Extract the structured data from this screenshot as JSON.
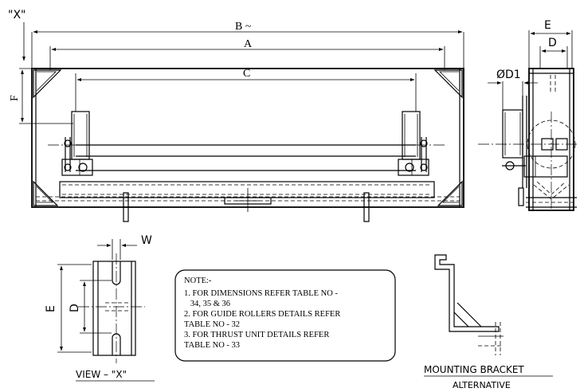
{
  "labels": {
    "view_x_marker": "\"X\"",
    "B": "B ~",
    "A": "A",
    "C": "C",
    "F": "F",
    "E_side": "E",
    "D_side": "D",
    "OD1": "ØD1",
    "W": "W",
    "E_view": "E",
    "D_view": "D"
  },
  "note": {
    "title": "NOTE:-",
    "lines": [
      "1. FOR DIMENSIONS REFER TABLE NO -",
      "   34, 35 & 36",
      "2. FOR GUIDE ROLLERS DETAILS REFER",
      "TABLE NO - 32",
      "3. FOR THRUST UNIT DETAILS REFER",
      "TABLE NO - 33"
    ]
  },
  "captions": {
    "view_x": "VIEW  –  \"X\"",
    "mounting_bracket": "MOUNTING  BRACKET",
    "alternative": "ALTERNATIVE"
  }
}
